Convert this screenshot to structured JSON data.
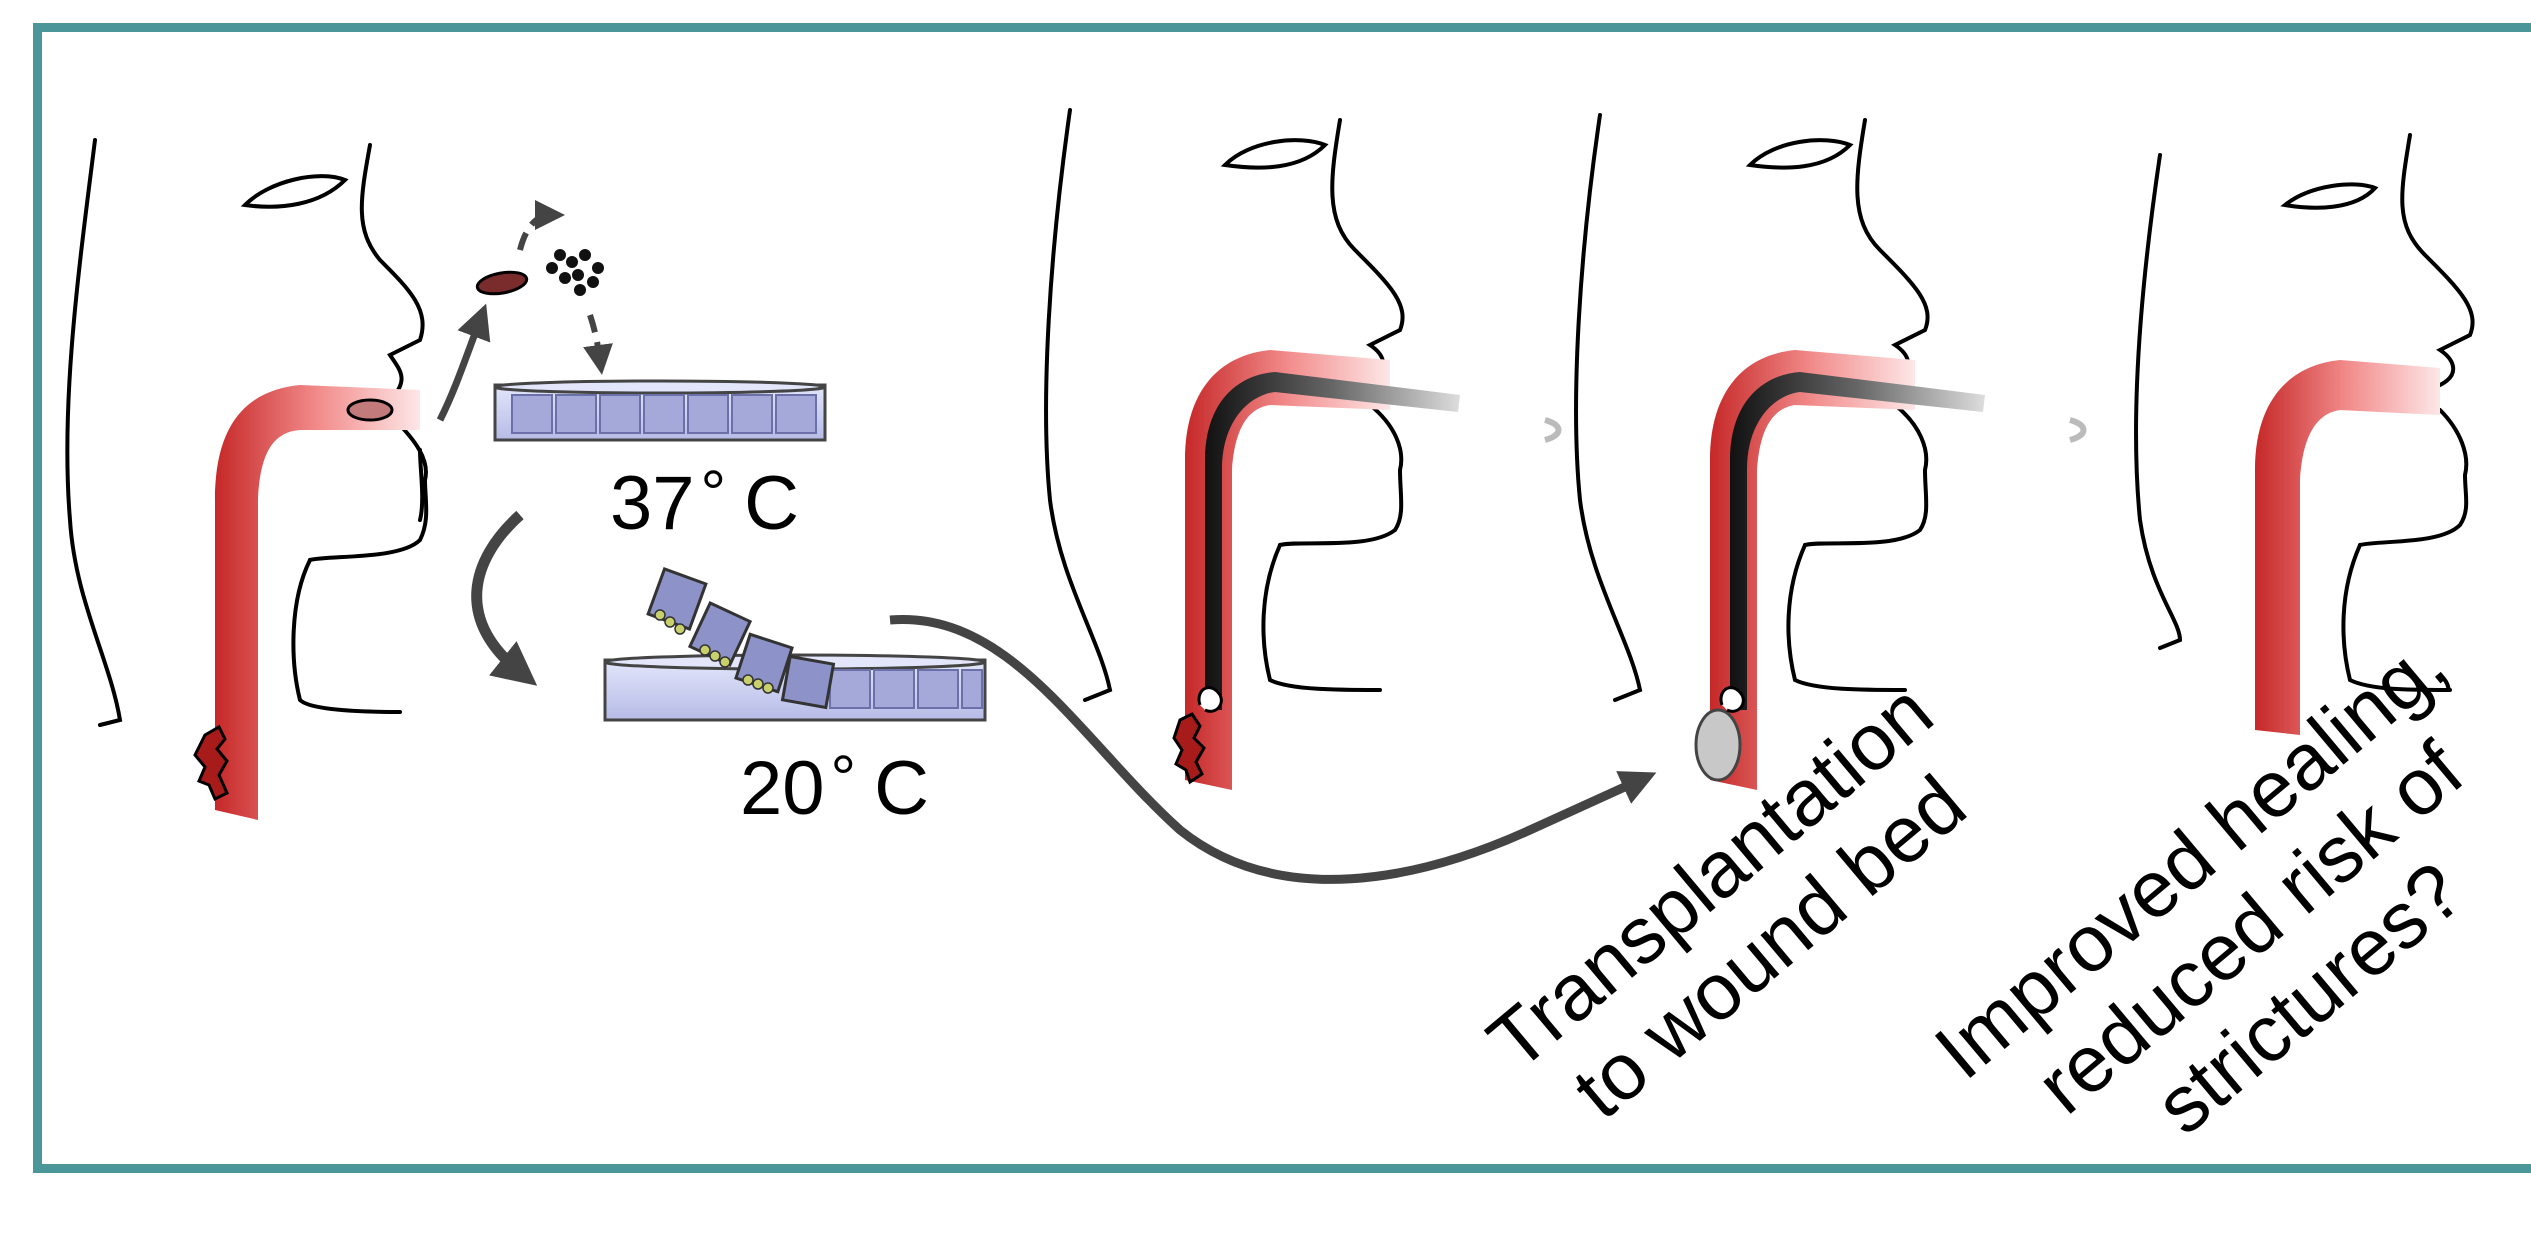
{
  "title": "",
  "temperatures": {
    "warm": "37",
    "cool": "20",
    "unit": "C",
    "degree": "°"
  },
  "captions": {
    "transplant": [
      "Transplantation",
      "to wound bed"
    ],
    "outcome": [
      "Improved healing,",
      "reduced risk of",
      "strictures?"
    ]
  },
  "colors": {
    "frame": "#4a9698",
    "esophagus": "#d94b4b",
    "lesion": "#a81b1b",
    "dish": "#c9cdf0",
    "cells": "#8d93c8",
    "arrow": "#444444"
  }
}
